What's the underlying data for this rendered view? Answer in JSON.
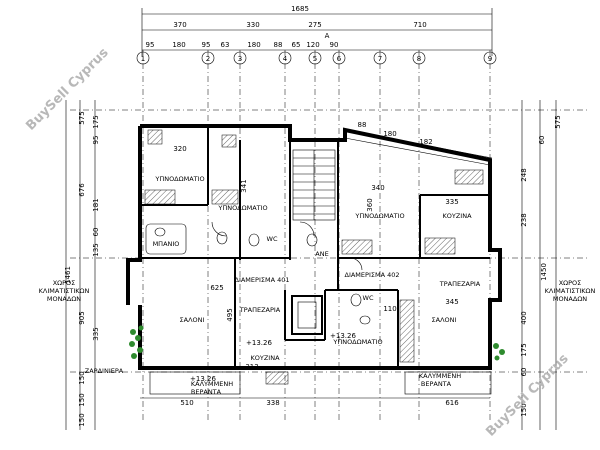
{
  "watermark": {
    "text": "BuySell Cyprus"
  },
  "axis_marker": "A",
  "top_dimensions": {
    "total": "1685",
    "row2": [
      "370",
      "330",
      "275",
      "710"
    ],
    "row3": [
      "95",
      "180",
      "95",
      "63",
      "180",
      "88",
      "65",
      "120",
      "90"
    ]
  },
  "grid_markers": [
    "1",
    "2",
    "3",
    "4",
    "5",
    "6",
    "7",
    "8",
    "9"
  ],
  "left_dimensions": [
    "575",
    "175",
    "95",
    "676",
    "181",
    "60",
    "135",
    "1461",
    "905",
    "335",
    "150",
    "150",
    "150"
  ],
  "right_dimensions": [
    "575",
    "60",
    "248",
    "238",
    "1450",
    "400",
    "175",
    "60",
    "150"
  ],
  "room_dims": [
    "320",
    "341",
    "360",
    "340",
    "335",
    "625",
    "495",
    "345",
    "110",
    "313",
    "338",
    "510",
    "616",
    "88",
    "180",
    "182"
  ],
  "rooms": {
    "bed1": "ΥΠΝΟΔΩΜΑΤΙΟ",
    "bed2": "ΥΠΝΟΔΩΜΑΤΙΟ",
    "bed3": "ΥΠΝΟΔΩΜΑΤΙΟ",
    "bed4": "ΥΠΝΟΔΩΜΑΤΙΟ",
    "bath": "ΜΠΑΝΙΟ",
    "wc1": "WC",
    "wc2": "WC",
    "lift": "ΑΝΕ",
    "kitchen_right": "ΚΟΥΖΙΝΑ",
    "kitchen_bottom": "ΚΟΥΖΙΝΑ",
    "living_left": "ΣΑΛΟΝΙ",
    "living_right": "ΣΑΛΟΝΙ",
    "dining_left": "ΤΡΑΠΕΖΑΡΙΑ",
    "dining_right": "ΤΡΑΠΕΖΑΡΙΑ",
    "partition_left": "ΔΙΑΜΕΡΙΣΜΑ 401",
    "partition_right": "ΔΙΑΜΕΡΙΣΜΑ 402",
    "units_left_1": "ΧΩΡΟΣ",
    "units_left_2": "ΚΛΙΜΑΤΙΣΤΙΚΩΝ",
    "units_left_3": "ΜΟΝΑΔΩΝ",
    "units_right_1": "ΧΩΡΟΣ",
    "units_right_2": "ΚΛΙΜΑΤΙΣΤΙΚΩΝ",
    "units_right_3": "ΜΟΝΑΔΩΝ",
    "veranda_left_1": "ΚΑΛΥΜΜΕΝΗ",
    "veranda_left_2": "ΒΕΡΑΝΤΑ",
    "veranda_right_1": "ΚΑΛΥΜΜΕΝΗ",
    "veranda_right_2": "ΒΕΡΑΝΤΑ",
    "planter": "ΖΑΡΔΙΝΙΕΡΑ"
  },
  "levels": {
    "level_a": "+13.26",
    "level_b": "+13.26",
    "level_c": "+13.26"
  }
}
